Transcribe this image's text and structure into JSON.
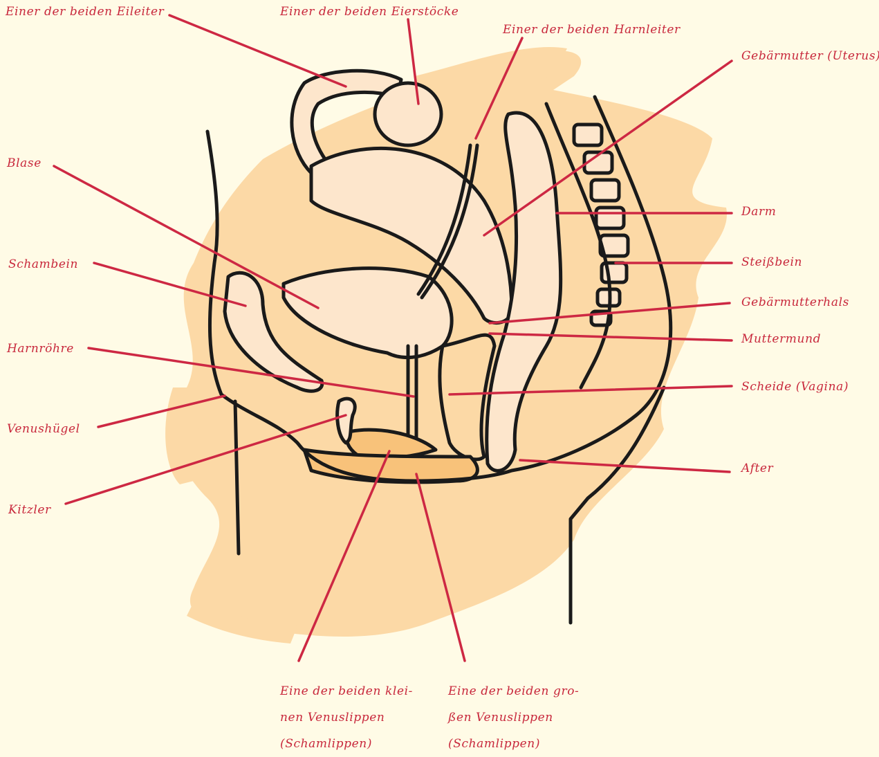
{
  "colors": {
    "background": "#fffbe6",
    "splash": "#fcd9a6",
    "organ_fill": "#fde6cc",
    "labia_fill": "#f8c27a",
    "outline": "#1a1a1a",
    "leader": "#cd2843",
    "label_text": "#c8283c"
  },
  "labels": {
    "eileiter": "Einer der beiden Eileiter",
    "eierstoecke": "Einer der beiden Eierstöcke",
    "harnleiter": "Einer der beiden Harnleiter",
    "gebaermutter": "Gebärmutter (Uterus)",
    "blase": "Blase",
    "darm": "Darm",
    "schambein": "Schambein",
    "steissbein": "Steißbein",
    "gebaermutterhals": "Gebärmutterhals",
    "muttermund": "Muttermund",
    "harnroehre": "Harnröhre",
    "scheide": "Scheide (Vagina)",
    "venushuegel": "Venushügel",
    "after": "After",
    "kitzler": "Kitzler",
    "kleine_venuslippen": [
      "Eine der beiden klei-",
      "nen Venuslippen",
      "(Schamlippen)"
    ],
    "grosse_venuslippen": [
      "Eine der beiden gro-",
      "ßen Venuslippen",
      "(Schamlippen)"
    ]
  }
}
